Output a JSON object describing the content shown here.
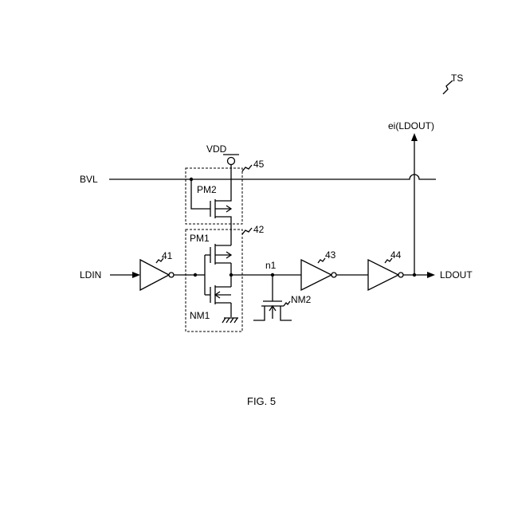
{
  "figure_title": "FIG. 5",
  "ref_ts": "TS",
  "signals": {
    "vdd": "VDD",
    "bvl": "BVL",
    "ldin": "LDIN",
    "ldout": "LDOUT",
    "ei": "ei(LDOUT)",
    "n1": "n1"
  },
  "components": {
    "pm2": "PM2",
    "pm1": "PM1",
    "nm1": "NM1",
    "nm2": "NM2",
    "ref_41": "41",
    "ref_42": "42",
    "ref_43": "43",
    "ref_44": "44",
    "ref_45": "45"
  }
}
